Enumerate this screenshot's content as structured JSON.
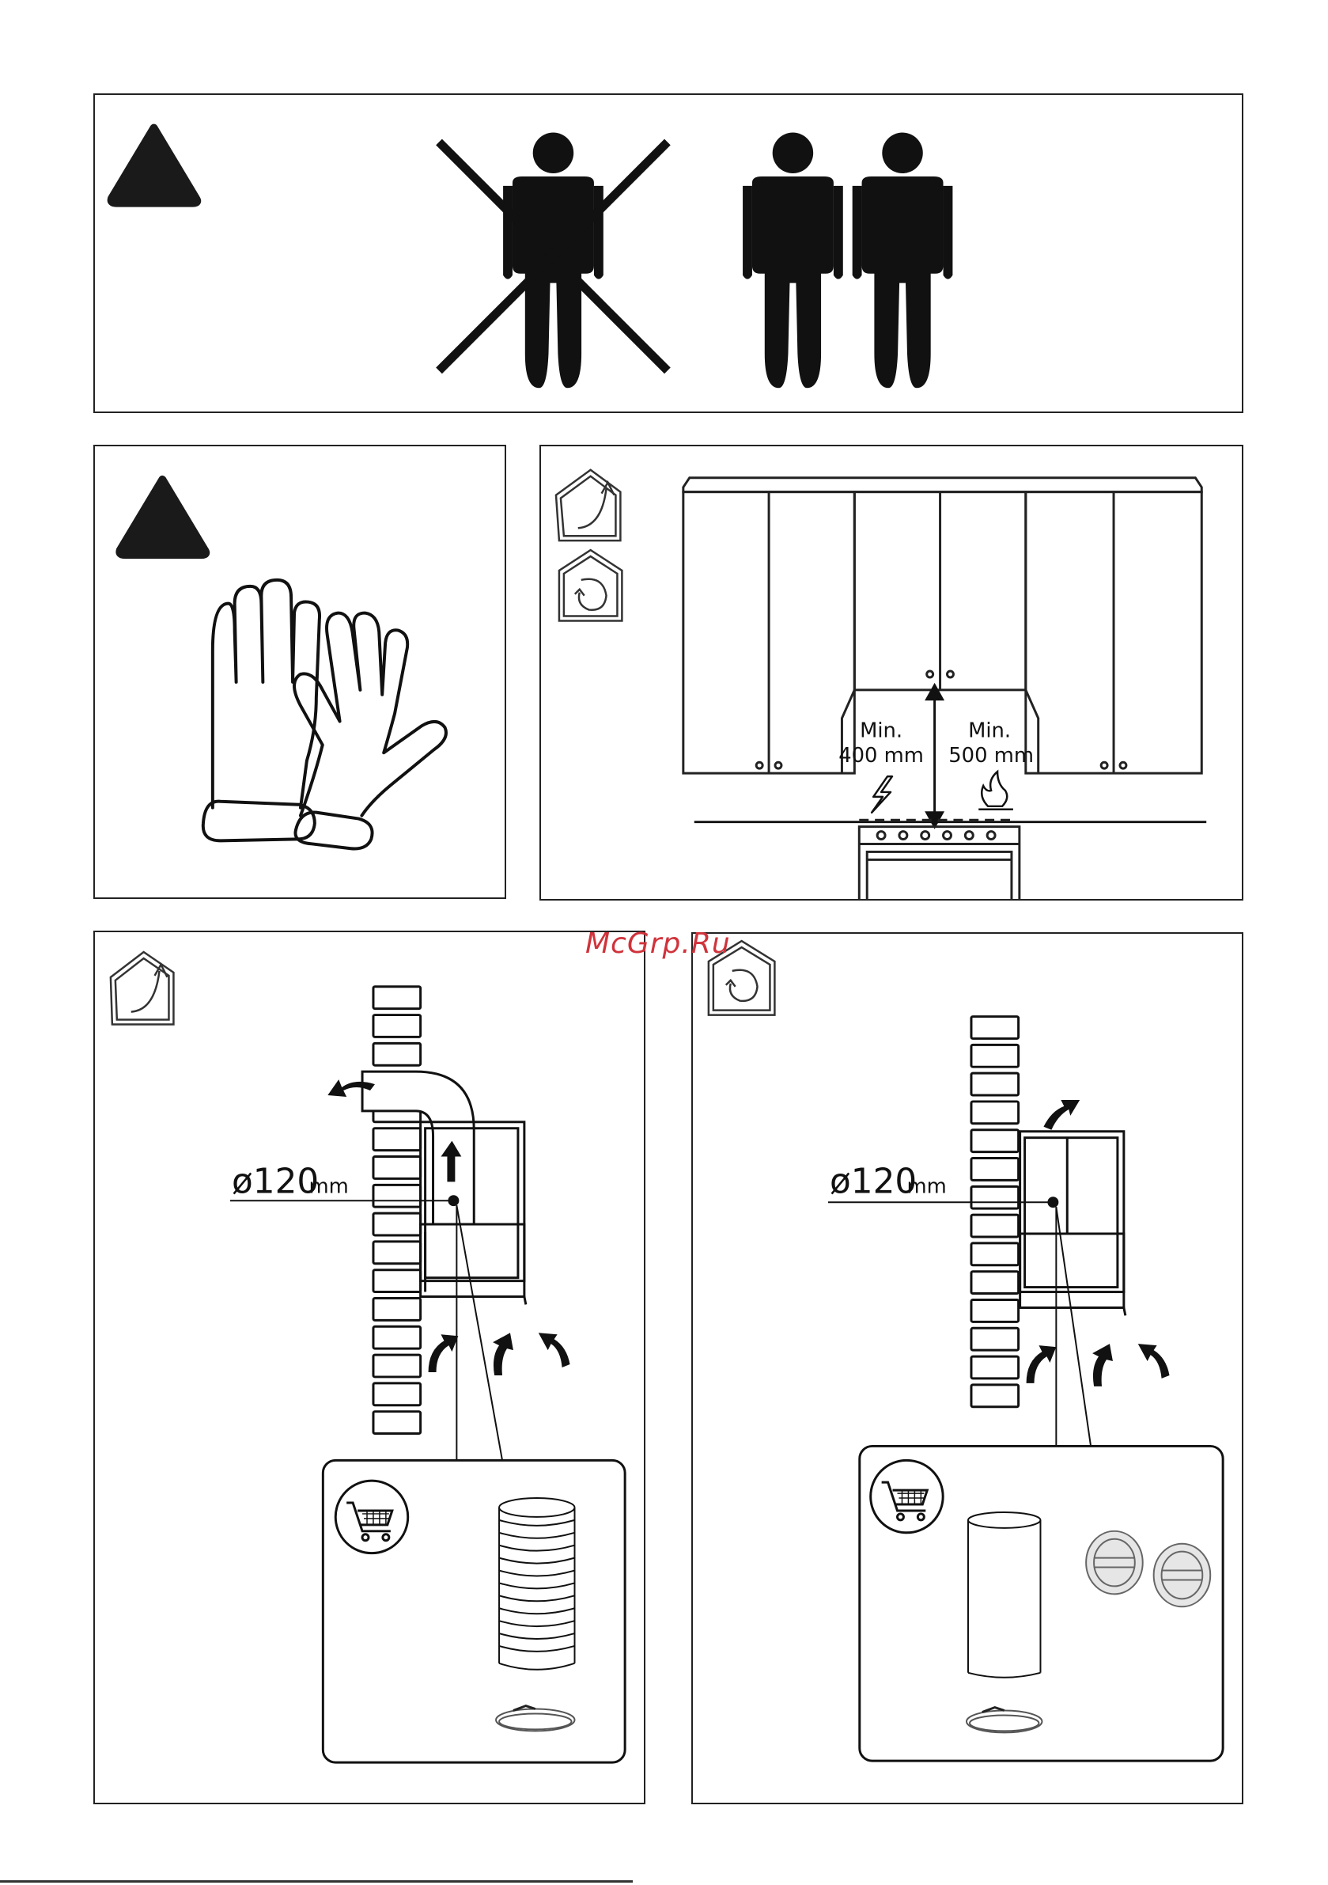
{
  "clearance": {
    "left_label": "Min.",
    "left_value": "400 mm",
    "right_label": "Min.",
    "right_value": "500 mm"
  },
  "ducted": {
    "diameter_value": "ø120",
    "diameter_unit": "mm"
  },
  "recirculating": {
    "diameter_value": "ø120",
    "diameter_unit": "mm"
  },
  "watermark": "McGrp.Ru"
}
